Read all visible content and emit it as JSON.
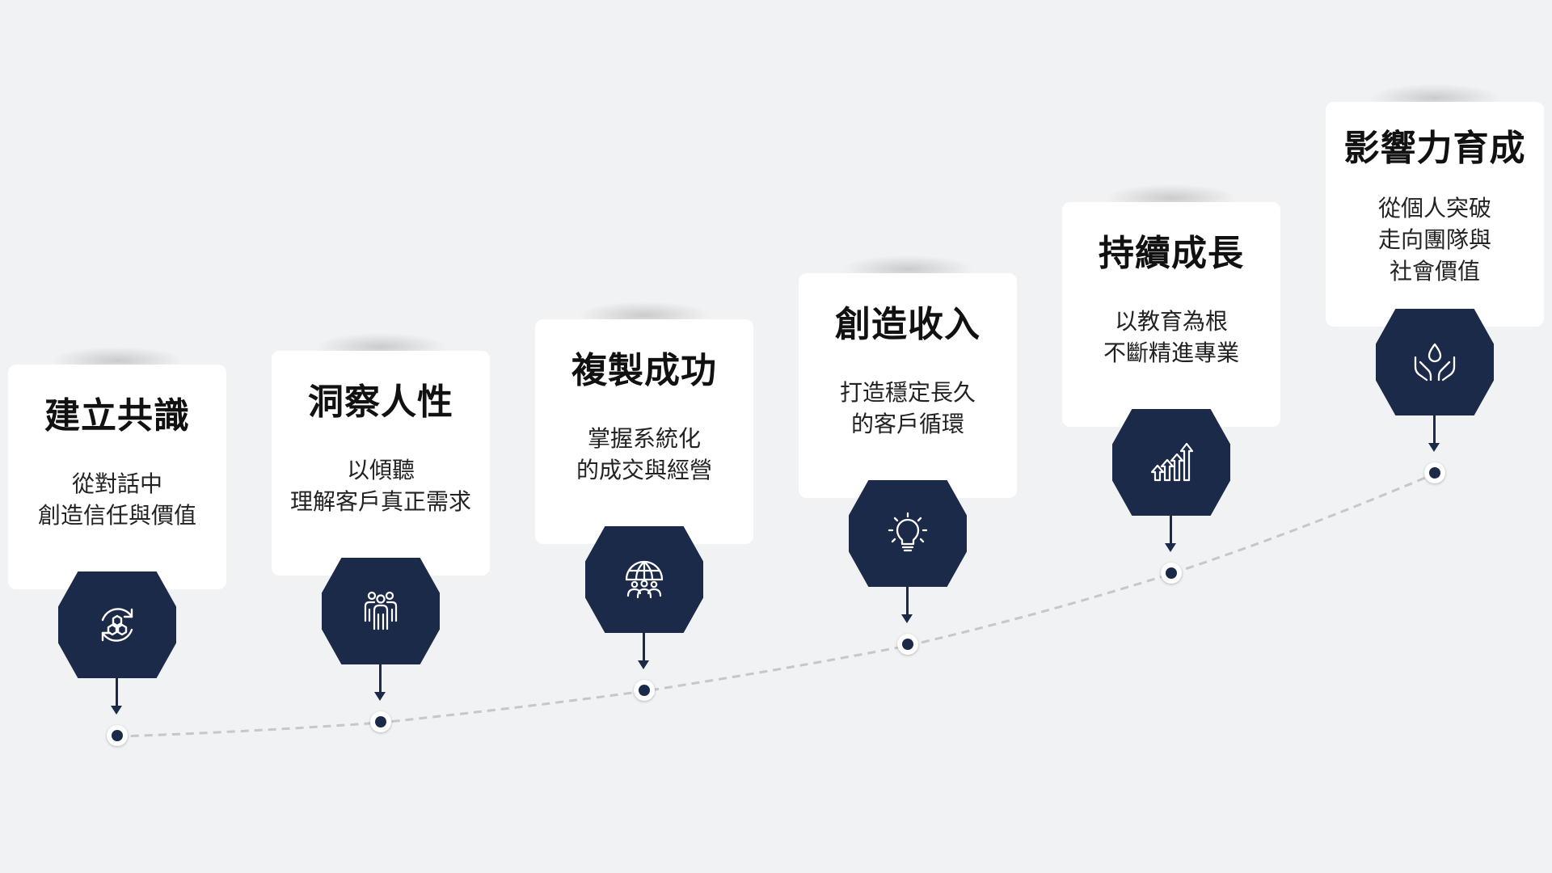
{
  "colors": {
    "background": "#f1f2f4",
    "card": "#ffffff",
    "accent": "#1c2a4a",
    "connector": "#c4c7cc"
  },
  "steps": [
    {
      "title": "建立共識",
      "desc": [
        "從對話中",
        "創造信任與價值"
      ],
      "icon": "refresh-hexagon-icon"
    },
    {
      "title": "洞察人性",
      "desc": [
        "以傾聽",
        "理解客戶真正需求"
      ],
      "icon": "people-group-icon"
    },
    {
      "title": "複製成功",
      "desc": [
        "掌握系統化",
        "的成交與經營"
      ],
      "icon": "globe-people-icon"
    },
    {
      "title": "創造收入",
      "desc": [
        "打造穩定長久",
        "的客戶循環"
      ],
      "icon": "lightbulb-icon"
    },
    {
      "title": "持續成長",
      "desc": [
        "以教育為根",
        "不斷精進專業"
      ],
      "icon": "growth-arrows-icon"
    },
    {
      "title": "影響力育成",
      "desc": [
        "從個人突破",
        "走向團隊與",
        "社會價值"
      ],
      "icon": "hands-drop-icon"
    }
  ]
}
